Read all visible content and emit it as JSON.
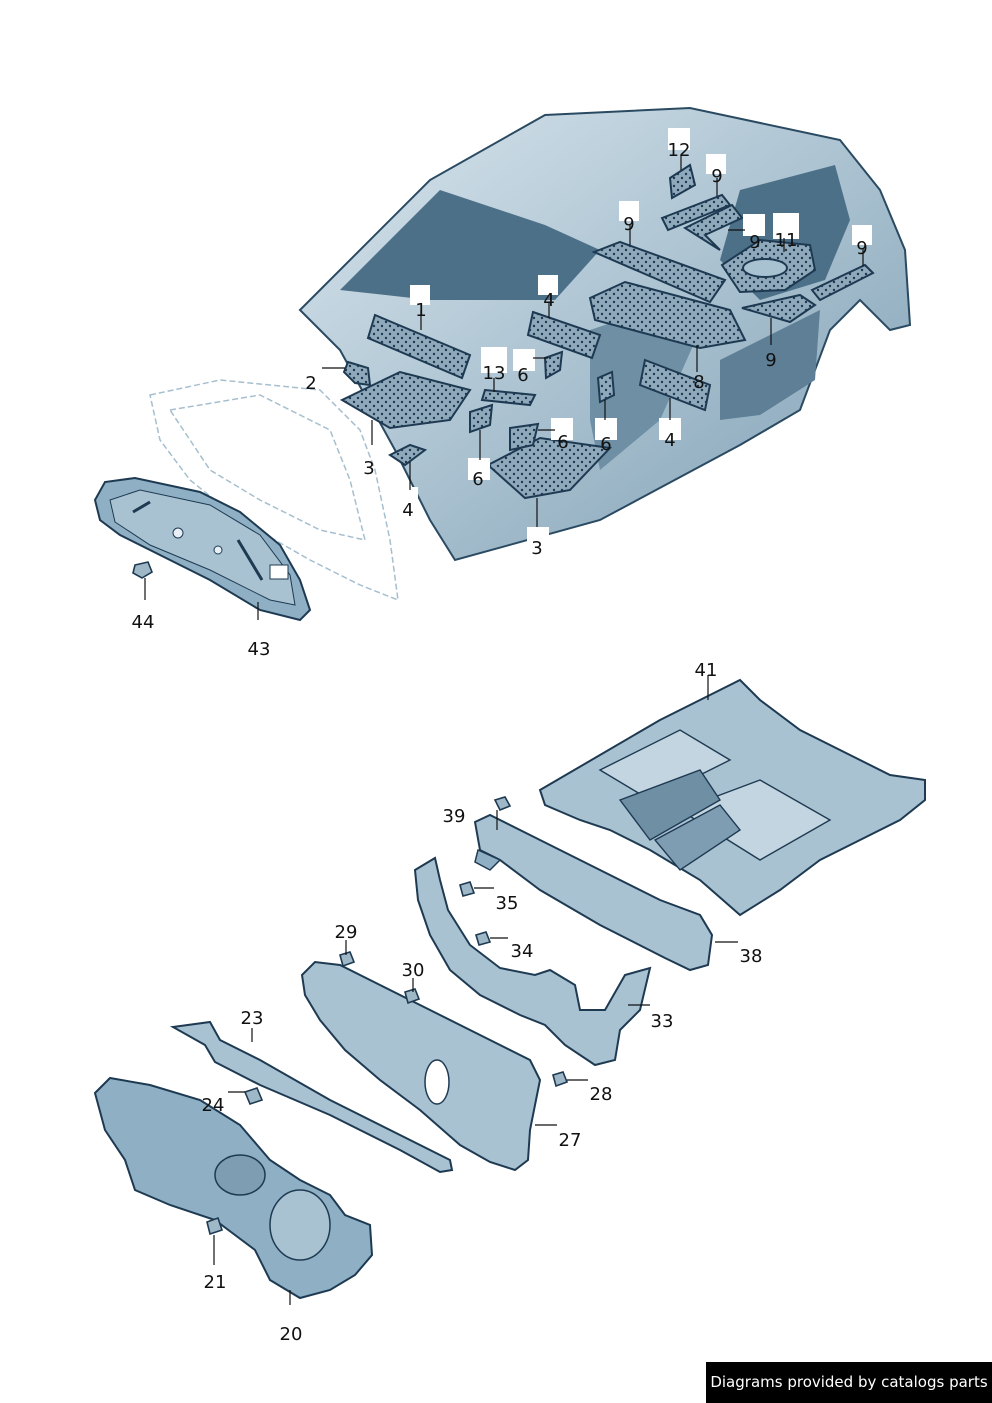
{
  "callouts": {
    "c1": "1",
    "c2": "2",
    "c3a": "3",
    "c3b": "3",
    "c4a": "4",
    "c4b": "4",
    "c4c": "4",
    "c6a": "6",
    "c6b": "6",
    "c6c": "6",
    "c6d": "6",
    "c8": "8",
    "c9a": "9",
    "c9b": "9",
    "c9c": "9",
    "c9d": "9",
    "c9e": "9",
    "c11": "11",
    "c12": "12",
    "c13": "13",
    "c20": "20",
    "c21": "21",
    "c23": "23",
    "c24": "24",
    "c27": "27",
    "c28": "28",
    "c29": "29",
    "c30": "30",
    "c33": "33",
    "c34": "34",
    "c35": "35",
    "c38": "38",
    "c39": "39",
    "c41": "41",
    "c43": "43",
    "c44": "44"
  },
  "footer": {
    "credit": "Diagrams provided by catalogs parts"
  },
  "colors": {
    "part_fill": "#a9c2d2",
    "part_stroke": "#1e3a52",
    "pad_fill": "#8fa9bb"
  }
}
